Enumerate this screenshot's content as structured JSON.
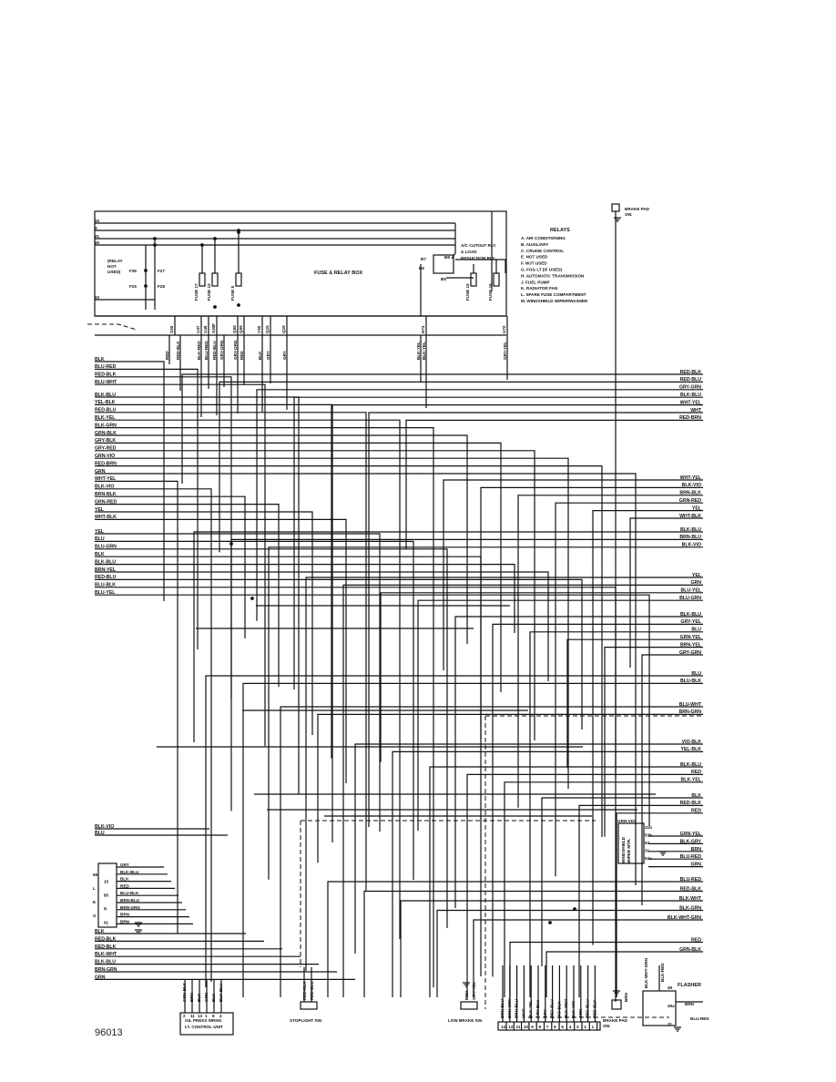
{
  "figure_code": "96013",
  "bus_labels": [
    "15",
    "X",
    "31",
    "30",
    "10"
  ],
  "fuse_box": {
    "title": "FUSE & RELAY BOX",
    "relay_note": [
      "(RELAY",
      "NOT",
      "USED)"
    ],
    "left_fuse_tags": [
      "F36",
      "F25",
      "F27",
      "F28"
    ],
    "fuses": [
      "FUSE 17",
      "FUSE 12",
      "FUSE 8",
      "FUSE 15",
      "FUSE 16"
    ],
    "terminals": [
      "S30",
      "U47",
      "U49",
      "S30F",
      "Q58",
      "Q58",
      "V30",
      "Q15",
      "Q18",
      "N73",
      "U72"
    ],
    "relay_pins": [
      "B7",
      "B8",
      "B6",
      "B5"
    ]
  },
  "ac_relay": [
    "A/C CUTOUT RLY.",
    "& LOAD",
    "REDUCTION RLY."
  ],
  "relays_legend": {
    "title": "RELAYS",
    "items": [
      "A. AIR CONDITIONING",
      "B. AUXILIARY",
      "C. CRUISE CONTROL",
      "E. NOT USED",
      "F. NOT USED",
      "G. FOG LT (IF USED)",
      "H. AUTOMATIC TRANSMISSION",
      "J. FUEL PUMP",
      "K. RADIATOR FAN",
      "L. SPARE FUSE COMPARTMENT",
      "M. WINDSHIELD WIPER/WASHER"
    ]
  },
  "brake_pad_top": [
    "BRAKE PAD",
    "SW."
  ],
  "left_wires": [
    "BLK",
    "BLU-RED",
    "RED-BLK",
    "BLU-WHT",
    "BLK-BLU",
    "YEL-BLK",
    "RED-BLU",
    "BLK-YEL",
    "BLK-GRN",
    "GRN-BLK",
    "GRY-BLK",
    "GRY-RED",
    "GRN-VIO",
    "RED-BRN",
    "GRN",
    "WHT-YEL",
    "BLK-VIO",
    "BRN-BLK",
    "GRN-RED",
    "YEL",
    "WHT-BLK",
    "YEL",
    "BLU",
    "BLU-GRN",
    "BLK",
    "BLK-BLU",
    "BRN-YEL",
    "RED-BLU",
    "BLU-BLK",
    "BLU-YEL"
  ],
  "right_wires": [
    "RED-BLK",
    "RED-BLU",
    "GRY-GRN",
    "BLK-BLU",
    "WHT-YEL",
    "WHT",
    "RED-BRN",
    "WHT-YEL",
    "BLK-VIO",
    "BRN-BLK",
    "GRN-RED",
    "YEL",
    "WHT-BLK",
    "BLK-BLU",
    "BRN-BLU",
    "BLK-VIO",
    "YEL",
    "GRN",
    "BLU-YEL",
    "BLU-GRN",
    "BLK-BLU",
    "GRY-YEL",
    "BLU",
    "GRN-YEL",
    "BRN-YEL",
    "GRY-GRN",
    "BLU",
    "BLU-BLK",
    "BLU-WHT",
    "BRN-GRN",
    "VIO-BLK",
    "YEL-BLK",
    "BLK-BLU",
    "RED",
    "BLK-YEL",
    "BLK",
    "RED-BLK",
    "RED"
  ],
  "top_drops": [
    "RED",
    "RED-BLK",
    "BLK-RED",
    "BLU-RED",
    "RED-BLU",
    "GRY-GRN",
    "GRY-GRN",
    "RED",
    "BLK",
    "GRY",
    "GRY",
    "BLK-YEL",
    "BLK-YEL",
    "GRY-YEL"
  ],
  "wiper_motor": {
    "title": [
      "WINDSHIELD",
      "WIPER MTR."
    ],
    "pins": [
      "31b",
      "53b",
      "53",
      "31",
      "53a"
    ],
    "wires": [
      "GRN-VIO",
      "GRN-YEL",
      "BLK-GRY",
      "BRN",
      "BLU-RED",
      "GRN"
    ]
  },
  "lower_right_wires": [
    "BLU-RED",
    "RED-BLK",
    "BLK-WHT",
    "BLK-GRN",
    "BLK-WHT-GRN",
    "RED",
    "GRN-BLK"
  ],
  "left_connector": {
    "wires": [
      "GRY",
      "BLK-BLU",
      "BLK",
      "RED",
      "BLU-BLK",
      "BRN-BLU",
      "BRN-GRN",
      "BRN",
      "BRN"
    ],
    "pins": [
      "58",
      "15",
      "L",
      "85",
      "E",
      "R",
      "G",
      "91"
    ]
  },
  "lower_left_wires": [
    "BLK-VIO",
    "BLU",
    "BLK",
    "RED-BLK",
    "RED-BLK",
    "BLK-WHT",
    "BLK-BLU",
    "BRN-GRN",
    "GRN"
  ],
  "components": {
    "oil_press": {
      "label": [
        "OIL PRESS WRNG",
        "LT. CONTROL UNIT"
      ],
      "wires": [
        "GRN-BLK",
        "BRN",
        "BLK",
        "GRN",
        "BLK",
        "BLK-BLU"
      ],
      "pins": [
        "2",
        "11",
        "13",
        "1",
        "6",
        "4"
      ]
    },
    "stoplight": {
      "label": "STOPLIGHT SW.",
      "wires": [
        "RED-BLK",
        "RED-BLU"
      ]
    },
    "low_brake": {
      "label": "LOW BRAKE SW.",
      "wires": [
        "BRN",
        "GRY-YEL"
      ]
    },
    "instrument": {
      "wires": [
        "BRN-BLU",
        "BRN-GRN",
        "BRN-BLU",
        "WHT",
        "BLK-YEL",
        "GRY-BLU",
        "GRY",
        "RED-BLU",
        "VIO-BLK",
        "BLK-WHT",
        "BLK-VIO",
        "GRN",
        "RED-BLU",
        "RED-BLK"
      ],
      "pins": [
        "13",
        "12",
        "11",
        "10",
        "9",
        "8",
        "7",
        "6",
        "5",
        "4",
        "3",
        "2",
        "1"
      ]
    },
    "brake_pad_bottom": {
      "label": [
        "BRAKE PAD",
        "SW."
      ],
      "wire": "BRN"
    },
    "flasher": {
      "label": "FLASHER",
      "wires": [
        "BLK-WHT-GRN",
        "BLK-RED",
        "BRN",
        "BLU-RED"
      ],
      "pins": [
        "49",
        "49a",
        "31"
      ]
    }
  }
}
